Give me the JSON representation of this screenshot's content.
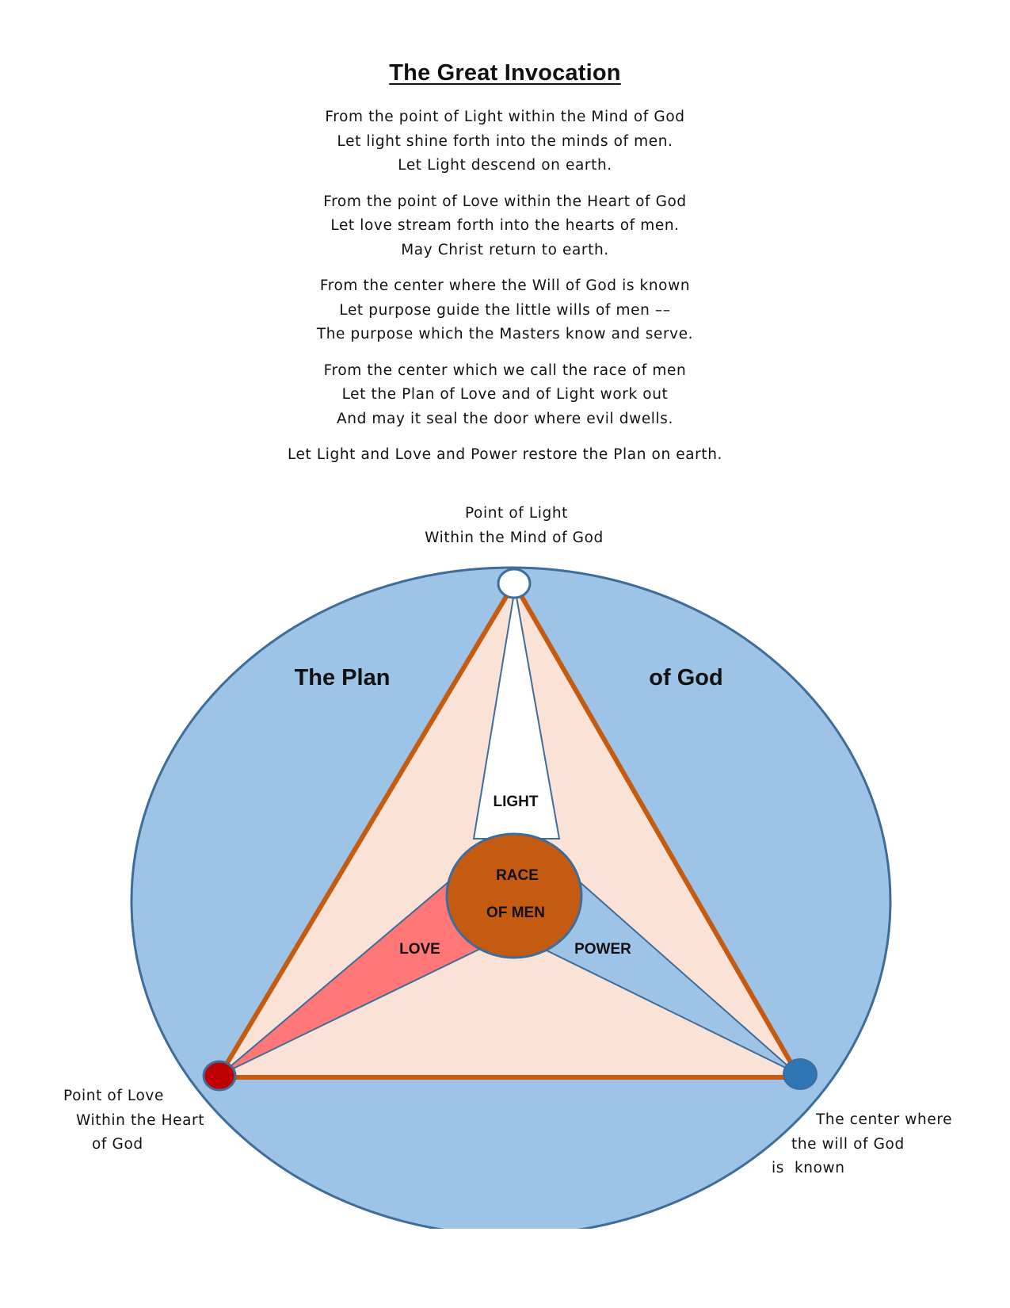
{
  "title": "The Great Invocation",
  "stanzas": [
    {
      "lines": [
        "From the point of Light within the Mind of God",
        "Let light shine forth into the minds of men.",
        "Let Light descend on earth."
      ]
    },
    {
      "lines": [
        "From the point of Love within the Heart of God",
        "Let love stream forth into the hearts of men.",
        "May Christ return to earth."
      ]
    },
    {
      "lines": [
        "From the center where the Will of God is known",
        "Let purpose guide the little wills of men ––",
        "The purpose which the Masters know and serve."
      ]
    },
    {
      "lines": [
        "From the center which we call the race of men",
        "Let the Plan of Love and of Light work out",
        "And may it seal the door where evil dwells."
      ]
    },
    {
      "lines": [
        "Let Light and Love and Power restore the Plan on earth."
      ]
    }
  ],
  "diagram": {
    "top_label": [
      "Point of Light",
      "Within the Mind of God"
    ],
    "left_label": [
      "Point of Love",
      "Within the Heart",
      "of God"
    ],
    "right_label": [
      "The center where",
      "the will of God",
      "is  known"
    ],
    "plan_left": "The Plan",
    "plan_right": "of God",
    "light": "LIGHT",
    "love": "LOVE",
    "power": "POWER",
    "center": [
      "RACE",
      "OF MEN"
    ],
    "colors": {
      "sphere": "#9dc3e6",
      "sphere_border": "#3f6d9a",
      "triangle_fill": "#fae3d6",
      "triangle_border": "#c55a11",
      "light_ray": "#ffffff",
      "love_ray": "#ff7777",
      "power_ray": "#9dc3e6",
      "center": "#c55a11",
      "love_point": "#c00000",
      "will_point": "#2e75b6"
    }
  }
}
